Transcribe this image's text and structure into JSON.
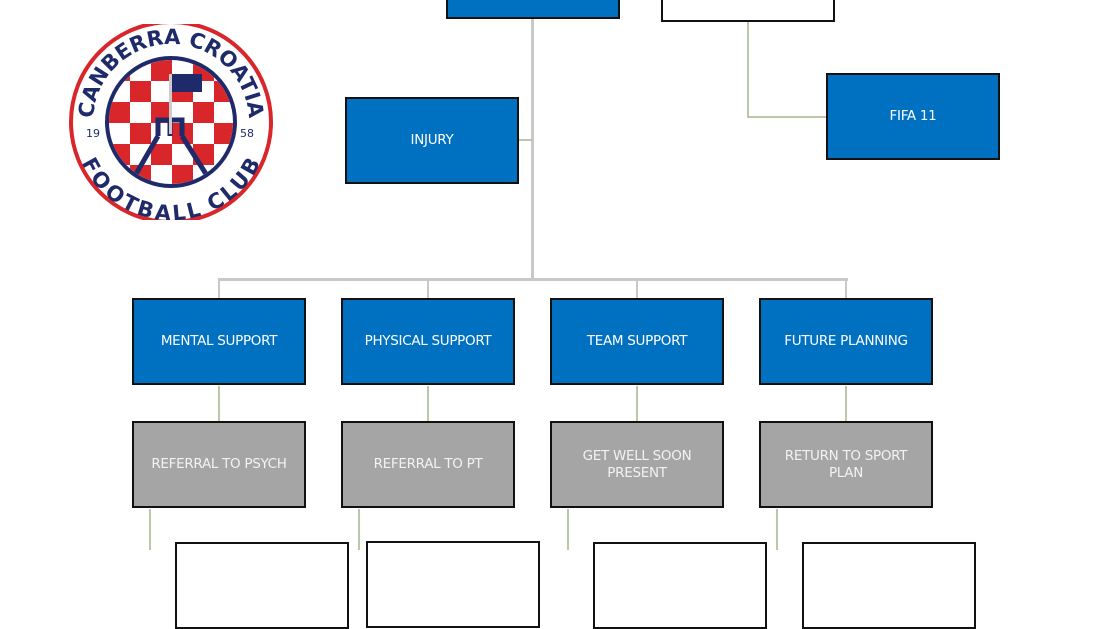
{
  "logo": {
    "name": "CANBERRA CROATIA",
    "subtitle": "FOOTBALL CLUB",
    "year_left": "19",
    "year_right": "58"
  },
  "nodes": {
    "top_left": "",
    "top_right": "",
    "fifa": "FIFA 11",
    "injury": "INJURY",
    "support": [
      "MENTAL SUPPORT",
      "PHYSICAL SUPPORT",
      "TEAM SUPPORT",
      "FUTURE PLANNING"
    ],
    "actions": [
      "REFERRAL TO PSYCH",
      "REFERRAL TO PT",
      "GET WELL SOON PRESENT",
      "RETURN TO SPORT PLAN"
    ]
  },
  "colors": {
    "primary": "#0070c0",
    "secondary": "#a5a5a5",
    "logo_red": "#d9262b",
    "logo_navy": "#1f2a6b"
  }
}
